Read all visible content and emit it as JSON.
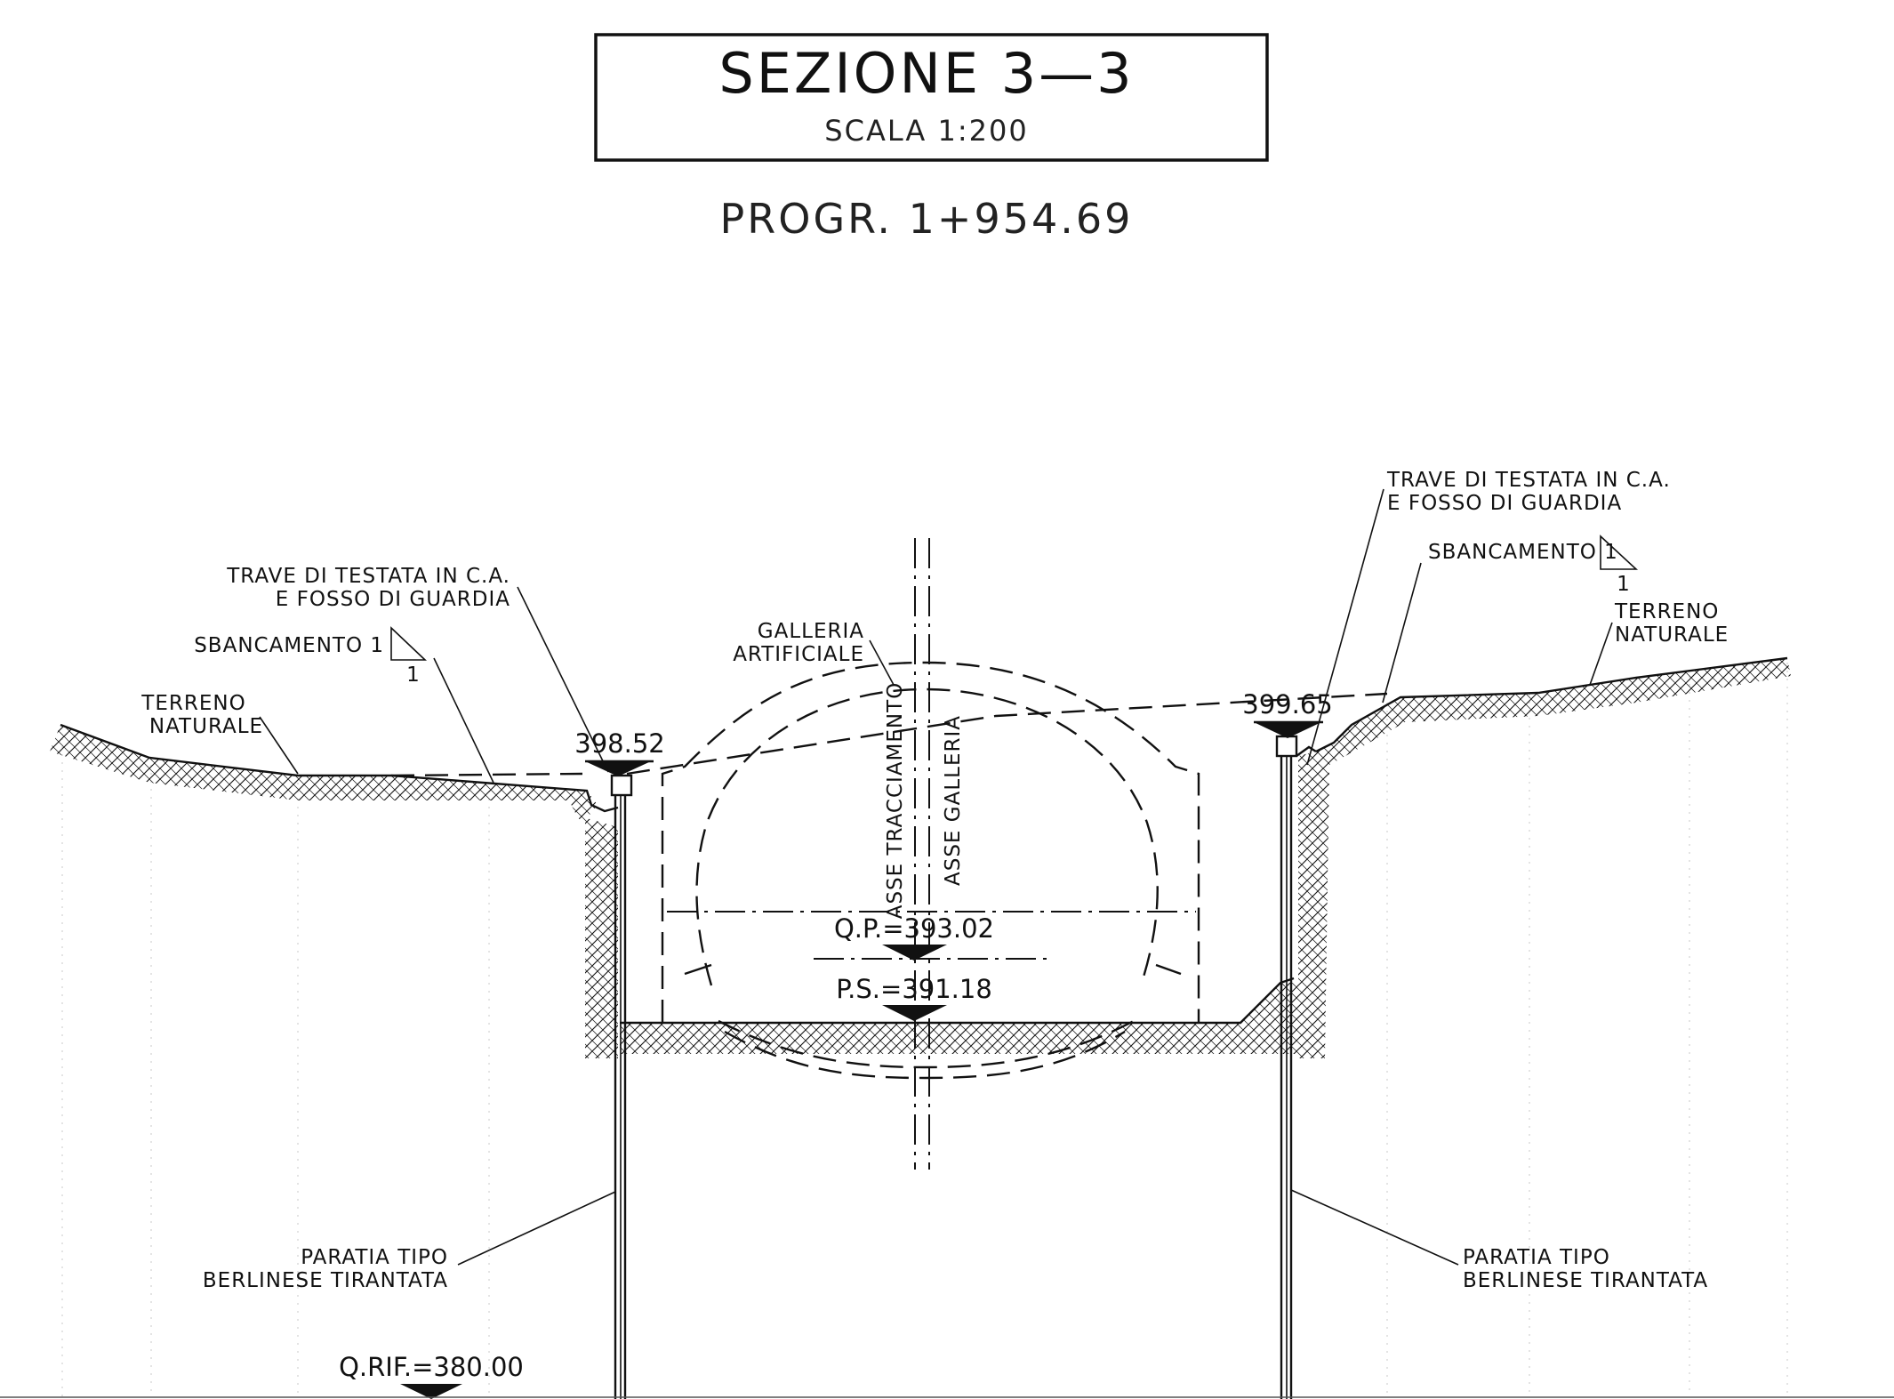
{
  "title_block": {
    "title": "SEZIONE 3—3",
    "scale": "SCALA 1:200"
  },
  "progressive": "PROGR. 1+954.69",
  "labels": {
    "left_trave_line1": "TRAVE DI TESTATA IN C.A.",
    "left_trave_line2": "E FOSSO DI GUARDIA",
    "left_sbancamento": "SBANCAMENTO 1",
    "left_sbancamento_ratio": "1",
    "left_terreno_line1": "TERRENO",
    "left_terreno_line2": "NATURALE",
    "right_trave_line1": "TRAVE DI TESTATA IN C.A.",
    "right_trave_line2": "E FOSSO DI GUARDIA",
    "right_sbancamento": "SBANCAMENTO 1",
    "right_sbancamento_ratio": "1",
    "right_terreno_line1": "TERRENO",
    "right_terreno_line2": "NATURALE",
    "galleria_line1": "GALLERIA",
    "galleria_line2": "ARTIFICIALE",
    "asse_tracciamento": "ASSE TRACCIAMENTO",
    "asse_galleria": "ASSE GALLERIA",
    "left_paratia_line1": "PARATIA TIPO",
    "left_paratia_line2": "BERLINESE TIRANTATA",
    "right_paratia_line1": "PARATIA TIPO",
    "right_paratia_line2": "BERLINESE TIRANTATA"
  },
  "elevations": {
    "left_top": "398.52",
    "right_top": "399.65",
    "qp": "Q.P.=393.02",
    "ps": "P.S.=391.18",
    "qrif": "Q.RIF.=380.00"
  }
}
